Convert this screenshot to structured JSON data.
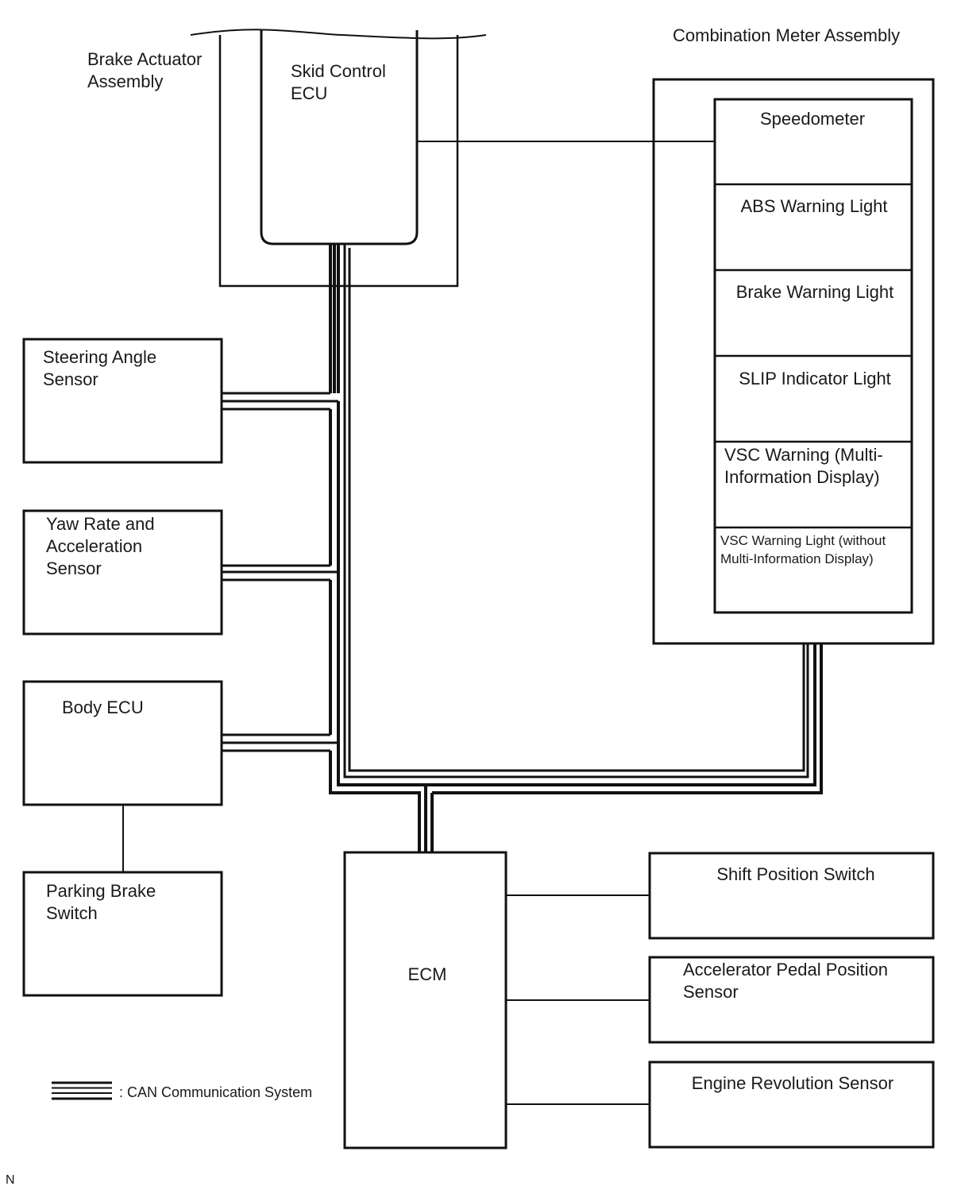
{
  "components": {
    "brake_actuator": {
      "lines": [
        "Brake Actuator",
        "Assembly"
      ]
    },
    "skid_control_ecu": {
      "lines": [
        "Skid Control",
        "ECU"
      ]
    },
    "combination_meter": {
      "title": "Combination Meter Assembly"
    },
    "speedometer": {
      "lines": [
        "Speedometer"
      ]
    },
    "abs_warning": {
      "lines": [
        "ABS Warning Light"
      ]
    },
    "brake_warning": {
      "lines": [
        "Brake Warning Light"
      ]
    },
    "slip_indicator": {
      "lines": [
        "SLIP Indicator Light"
      ]
    },
    "vsc_warning_mid": {
      "lines": [
        "VSC Warning (Multi-",
        "Information Display)"
      ]
    },
    "vsc_warning_light": {
      "lines": [
        "VSC Warning Light (without",
        "Multi-Information Display)"
      ]
    },
    "steering_angle_sensor": {
      "lines": [
        "Steering Angle",
        "Sensor"
      ]
    },
    "yaw_rate_sensor": {
      "lines": [
        "Yaw Rate and",
        "Acceleration",
        "Sensor"
      ]
    },
    "body_ecu": {
      "lines": [
        "Body ECU"
      ]
    },
    "parking_brake_switch": {
      "lines": [
        "Parking Brake",
        "Switch"
      ]
    },
    "ecm": {
      "lines": [
        "ECM"
      ]
    },
    "shift_position_switch": {
      "lines": [
        "Shift Position Switch"
      ]
    },
    "accelerator_pedal_sensor": {
      "lines": [
        "Accelerator Pedal Position",
        "Sensor"
      ]
    },
    "engine_revolution_sensor": {
      "lines": [
        "Engine Revolution Sensor"
      ]
    }
  },
  "legend": {
    "label": ": CAN Communication System"
  },
  "corner_mark": "N",
  "colors": {
    "line": "#111111",
    "background": "#ffffff"
  }
}
